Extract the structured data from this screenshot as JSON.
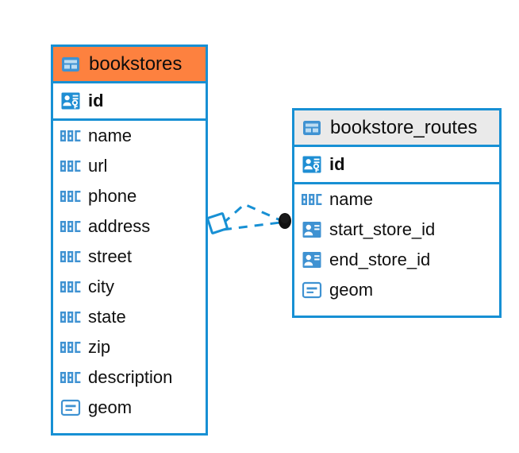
{
  "diagram": {
    "type": "er-diagram",
    "background_color": "#ffffff",
    "accent_color": "#1790d4",
    "highlight_color": "#fd813f",
    "header_default_color": "#eaeaea",
    "entities": [
      {
        "name": "bookstores",
        "header_style": "orange",
        "table_icon": "table-icon",
        "primary_keys": [
          {
            "label": "id",
            "icon": "primary-key-icon"
          }
        ],
        "fields": [
          {
            "label": "name",
            "icon": "text-abc-icon"
          },
          {
            "label": "url",
            "icon": "text-abc-icon"
          },
          {
            "label": "phone",
            "icon": "text-abc-icon"
          },
          {
            "label": "address",
            "icon": "text-abc-icon"
          },
          {
            "label": "street",
            "icon": "text-abc-icon"
          },
          {
            "label": "city",
            "icon": "text-abc-icon"
          },
          {
            "label": "state",
            "icon": "text-abc-icon"
          },
          {
            "label": "zip",
            "icon": "text-abc-icon"
          },
          {
            "label": "description",
            "icon": "text-abc-icon"
          },
          {
            "label": "geom",
            "icon": "geometry-icon"
          }
        ]
      },
      {
        "name": "bookstore_routes",
        "header_style": "grey",
        "table_icon": "table-icon",
        "primary_keys": [
          {
            "label": "id",
            "icon": "primary-key-icon"
          }
        ],
        "fields": [
          {
            "label": "name",
            "icon": "text-abc-icon"
          },
          {
            "label": "start_store_id",
            "icon": "foreign-key-icon"
          },
          {
            "label": "end_store_id",
            "icon": "foreign-key-icon"
          },
          {
            "label": "geom",
            "icon": "geometry-icon"
          }
        ]
      }
    ],
    "relationship": {
      "from_entity": "bookstores",
      "to_entity": "bookstore_routes",
      "line_style": "dashed",
      "line_color": "#1790d4",
      "source_endpoint": "diamond-endpoint",
      "target_endpoint": "filled-circle-endpoint",
      "target_endpoint_color": "#111111"
    }
  }
}
